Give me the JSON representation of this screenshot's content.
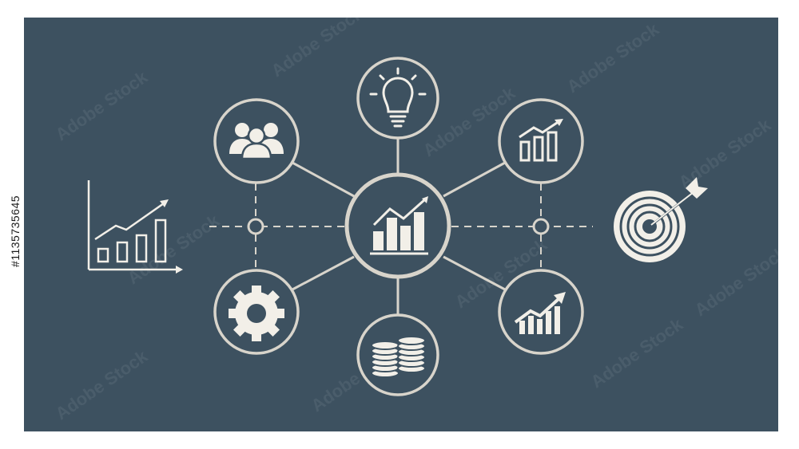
{
  "colors": {
    "background": "#ffffff",
    "panel": "#3d5160",
    "line": "#d8d4cb",
    "icon": "#f2efe8"
  },
  "watermark": {
    "text": "Adobe Stock",
    "id_text": "#1135735645"
  },
  "nodes": [
    {
      "id": "center",
      "icon": "bar-chart-trend-icon"
    },
    {
      "id": "top",
      "icon": "lightbulb-icon"
    },
    {
      "id": "upper-left",
      "icon": "people-group-icon"
    },
    {
      "id": "upper-right",
      "icon": "bar-chart-up-arrow-icon"
    },
    {
      "id": "lower-left",
      "icon": "gear-icon"
    },
    {
      "id": "bottom",
      "icon": "coin-stacks-icon"
    },
    {
      "id": "lower-right",
      "icon": "growth-chart-arrow-icon"
    }
  ],
  "side_icons": {
    "left": "axis-growth-chart-icon",
    "right": "target-arrow-icon"
  }
}
